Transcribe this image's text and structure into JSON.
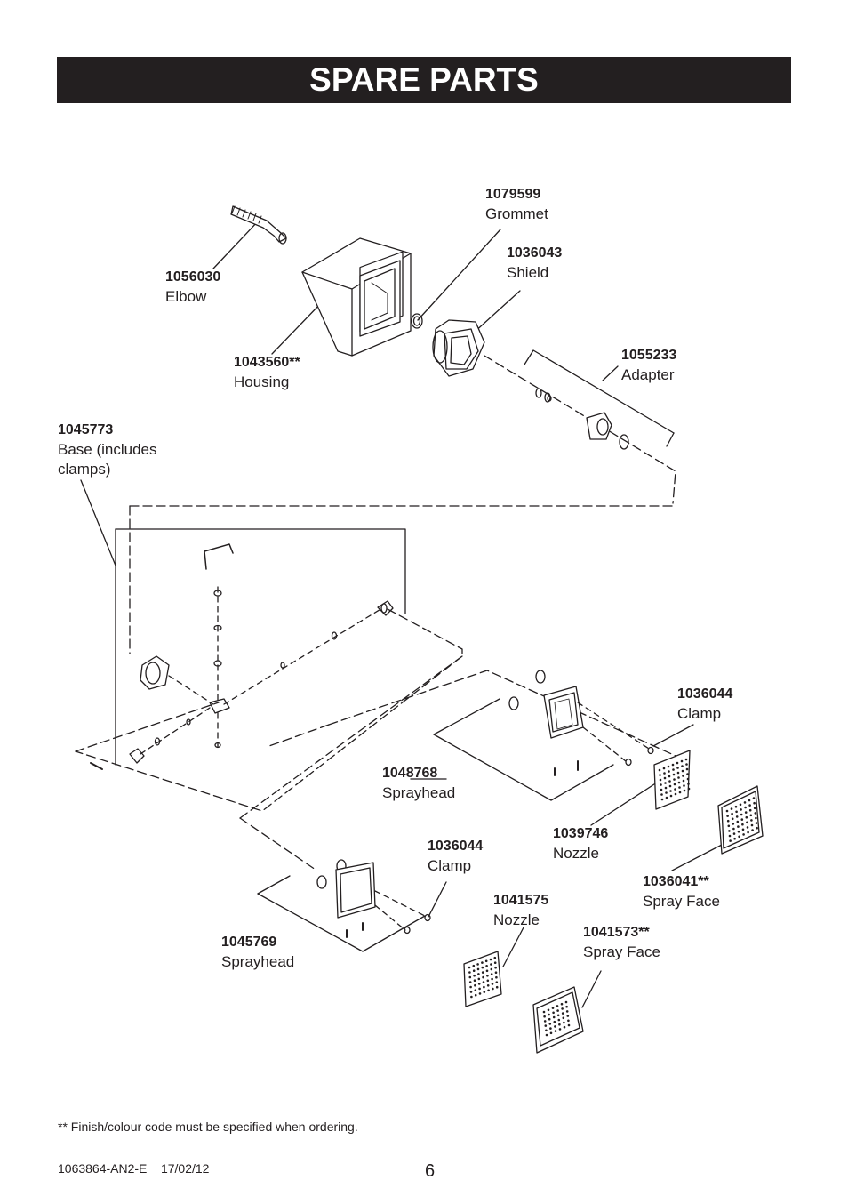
{
  "page": {
    "title": "SPARE PARTS",
    "footnote": "** Finish/colour code must be specified when ordering.",
    "doc_ref": "1063864-AN2-E    17/02/12",
    "page_number": "6"
  },
  "parts": {
    "grommet": {
      "number": "1079599",
      "name": "Grommet"
    },
    "shield": {
      "number": "1036043",
      "name": "Shield"
    },
    "elbow": {
      "number": "1056030",
      "name": "Elbow"
    },
    "housing": {
      "number": "1043560**",
      "name": "Housing"
    },
    "adapter": {
      "number": "1055233",
      "name": "Adapter"
    },
    "base": {
      "number": "1045773",
      "name_line1": "Base (includes",
      "name_line2": "clamps)"
    },
    "clamp_upper": {
      "number": "1036044",
      "name": "Clamp"
    },
    "sprayhead_upper": {
      "number": "1048768",
      "name": "Sprayhead"
    },
    "nozzle_upper": {
      "number": "1039746",
      "name": "Nozzle"
    },
    "clamp_lower": {
      "number": "1036044",
      "name": "Clamp"
    },
    "sprayface_upper": {
      "number": "1036041**",
      "name": "Spray Face"
    },
    "nozzle_lower": {
      "number": "1041575",
      "name": "Nozzle"
    },
    "sprayhead_lower": {
      "number": "1045769",
      "name": "Sprayhead"
    },
    "sprayface_lower": {
      "number": "1041573**",
      "name": "Spray Face"
    }
  }
}
